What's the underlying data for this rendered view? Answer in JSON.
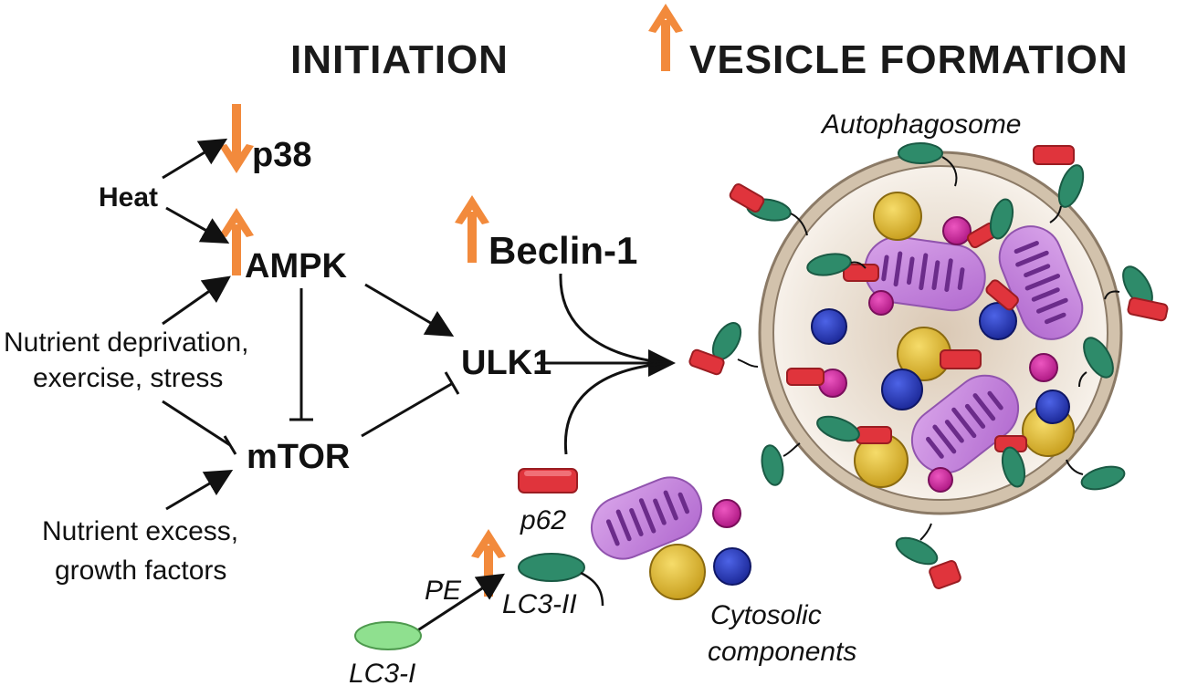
{
  "headers": {
    "initiation": "INITIATION",
    "vesicle_formation": "VESICLE FORMATION"
  },
  "nodes": {
    "heat": "Heat",
    "p38": "p38",
    "ampk": "AMPK",
    "mtor": "mTOR",
    "ulk1": "ULK1",
    "beclin1": "Beclin-1",
    "p62": "p62",
    "lc3_i": "LC3-I",
    "lc3_ii": "LC3-II",
    "pe": "PE"
  },
  "inputs": {
    "nutrient_deprivation_line1": "Nutrient deprivation,",
    "nutrient_deprivation_line2": "exercise, stress",
    "nutrient_excess_line1": "Nutrient excess,",
    "nutrient_excess_line2": "growth factors"
  },
  "labels": {
    "autophagosome": "Autophagosome",
    "cytosolic_line1": "Cytosolic",
    "cytosolic_line2": "components"
  },
  "regulation": {
    "p38": "down",
    "ampk": "up",
    "beclin1": "up",
    "lc3_ii": "up",
    "vesicle_formation": "up"
  },
  "colors": {
    "arrow_orange": "#f28a3c",
    "lc3_green": "#2e8b6a",
    "lc3_i_light": "#8fe08f",
    "p62_red": "#e0343c",
    "mito_purple": "#c07ad8",
    "yellow_particle": "#e8c23a",
    "blue_particle": "#2f3fbf",
    "magenta_particle": "#d42aa0",
    "membrane": "#d2c2ac"
  }
}
